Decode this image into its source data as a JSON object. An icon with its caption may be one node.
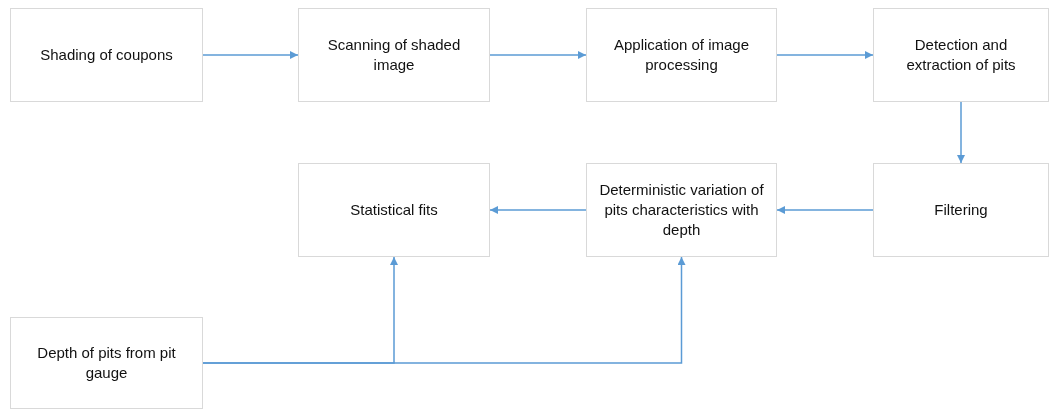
{
  "diagram": {
    "nodes": [
      {
        "text": [
          "Shading of coupons"
        ]
      },
      {
        "text": [
          "Scanning of shaded image"
        ]
      },
      {
        "text": [
          "Application of image processing"
        ]
      },
      {
        "text": [
          "Detection and extraction of pits"
        ]
      },
      {
        "text": [
          "Filtering"
        ]
      },
      {
        "text": [
          "Deterministic variation of pits characteristics with depth"
        ]
      },
      {
        "text": [
          "Statistical fits"
        ]
      },
      {
        "text": [
          "Depth of pits from pit gauge"
        ]
      }
    ],
    "edges": [
      {
        "from": 0,
        "to": 1,
        "arrow": "to"
      },
      {
        "from": 1,
        "to": 2,
        "arrow": "to"
      },
      {
        "from": 2,
        "to": 3,
        "arrow": "to"
      },
      {
        "from": 3,
        "to": 4,
        "arrow": "to"
      },
      {
        "from": 4,
        "to": 5,
        "arrow": "to"
      },
      {
        "from": 5,
        "to": 6,
        "arrow": "to"
      },
      {
        "from": 7,
        "to": 6,
        "arrow": "to"
      },
      {
        "from": 7,
        "to": 5,
        "arrow": "to"
      }
    ]
  }
}
